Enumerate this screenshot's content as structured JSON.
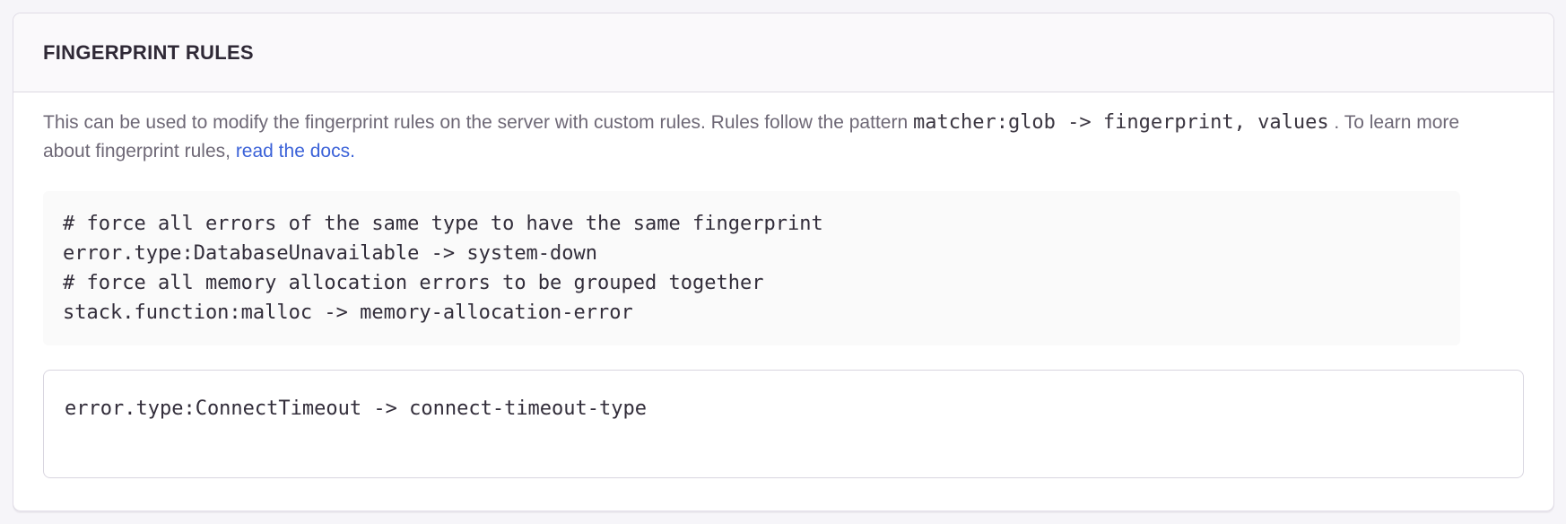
{
  "panel": {
    "title": "FINGERPRINT RULES",
    "description": {
      "text_before_pattern": "This can be used to modify the fingerprint rules on the server with custom rules. Rules follow the pattern",
      "pattern_code": "matcher:glob -> fingerprint, values",
      "text_after_code": ". To learn more about fingerprint rules,",
      "link_label": "read the docs."
    },
    "example_code": "# force all errors of the same type to have the same fingerprint\nerror.type:DatabaseUnavailable -> system-down\n# force all memory allocation errors to be grouped together\nstack.function:malloc -> memory-allocation-error",
    "input": {
      "value": "error.type:ConnectTimeout -> connect-timeout-type"
    }
  },
  "colors": {
    "page_background": "#f6f5f9",
    "panel_background": "#ffffff",
    "panel_border": "#e0dce6",
    "panel_header_background": "#faf9fb",
    "heading_text": "#2f2936",
    "body_text": "#6e6876",
    "code_text": "#322d3a",
    "example_block_background": "#fafafa",
    "input_border": "#d9d6e0",
    "link": "#3b62d8"
  }
}
